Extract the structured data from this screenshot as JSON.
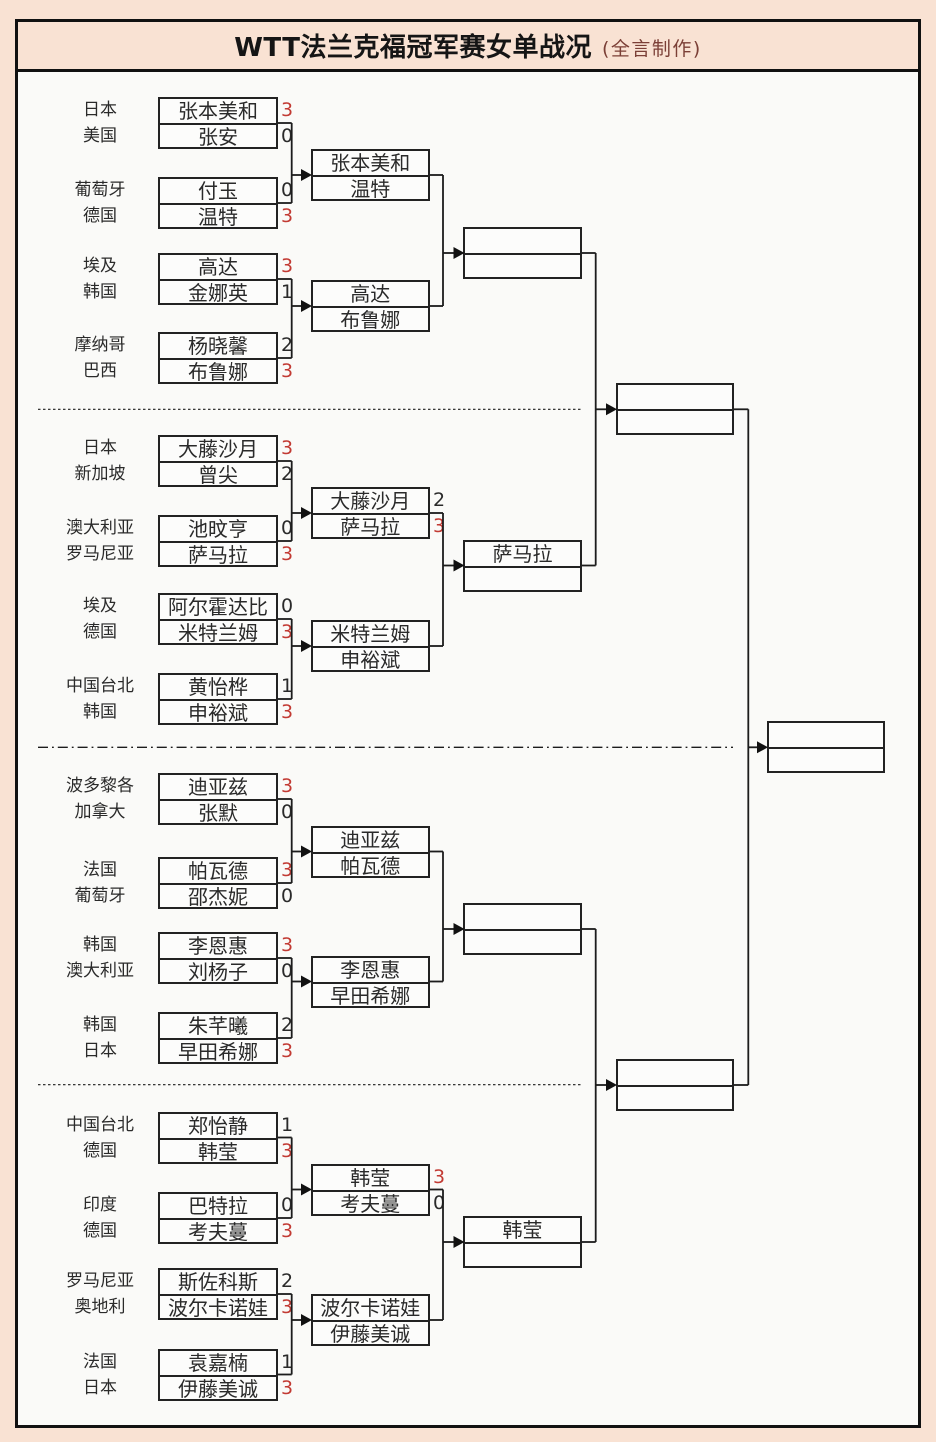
{
  "title": {
    "main": "WTT法兰克福冠军赛女单战况",
    "credit": "(全言制作)"
  },
  "colors": {
    "background": "#f9e2d3",
    "winner_score": "#c23a33",
    "line": "#1c1c1c"
  },
  "sections": [
    {
      "matches_r1": [
        {
          "c1": "日本",
          "p1": "张本美和",
          "s1": "3",
          "c2": "美国",
          "p2": "张安",
          "s2": "0"
        },
        {
          "c1": "葡萄牙",
          "p1": "付玉",
          "s1": "0",
          "c2": "德国",
          "p2": "温特",
          "s2": "3"
        },
        {
          "c1": "埃及",
          "p1": "高达",
          "s1": "3",
          "c2": "韩国",
          "p2": "金娜英",
          "s2": "1"
        },
        {
          "c1": "摩纳哥",
          "p1": "杨晓馨",
          "s1": "2",
          "c2": "巴西",
          "p2": "布鲁娜",
          "s2": "3"
        }
      ],
      "matches_r2": [
        {
          "p1": "张本美和",
          "s1": "",
          "p2": "温特",
          "s2": ""
        },
        {
          "p1": "高达",
          "s1": "",
          "p2": "布鲁娜",
          "s2": ""
        }
      ],
      "quarterfinal": {
        "p1": "",
        "s1": "",
        "p2": "",
        "s2": ""
      }
    },
    {
      "matches_r1": [
        {
          "c1": "日本",
          "p1": "大藤沙月",
          "s1": "3",
          "c2": "新加坡",
          "p2": "曾尖",
          "s2": "2"
        },
        {
          "c1": "澳大利亚",
          "p1": "池旼亨",
          "s1": "0",
          "c2": "罗马尼亚",
          "p2": "萨马拉",
          "s2": "3"
        },
        {
          "c1": "埃及",
          "p1": "阿尔霍达比",
          "s1": "0",
          "c2": "德国",
          "p2": "米特兰姆",
          "s2": "3"
        },
        {
          "c1": "中国台北",
          "p1": "黄怡桦",
          "s1": "1",
          "c2": "韩国",
          "p2": "申裕斌",
          "s2": "3"
        }
      ],
      "matches_r2": [
        {
          "p1": "大藤沙月",
          "s1": "2",
          "p2": "萨马拉",
          "s2": "3"
        },
        {
          "p1": "米特兰姆",
          "s1": "",
          "p2": "申裕斌",
          "s2": ""
        }
      ],
      "quarterfinal": {
        "p1": "萨马拉",
        "s1": "",
        "p2": "",
        "s2": ""
      }
    },
    {
      "matches_r1": [
        {
          "c1": "波多黎各",
          "p1": "迪亚兹",
          "s1": "3",
          "c2": "加拿大",
          "p2": "张默",
          "s2": "0"
        },
        {
          "c1": "法国",
          "p1": "帕瓦德",
          "s1": "3",
          "c2": "葡萄牙",
          "p2": "邵杰妮",
          "s2": "0"
        },
        {
          "c1": "韩国",
          "p1": "李恩惠",
          "s1": "3",
          "c2": "澳大利亚",
          "p2": "刘杨子",
          "s2": "0"
        },
        {
          "c1": "韩国",
          "p1": "朱芊曦",
          "s1": "2",
          "c2": "日本",
          "p2": "早田希娜",
          "s2": "3"
        }
      ],
      "matches_r2": [
        {
          "p1": "迪亚兹",
          "s1": "",
          "p2": "帕瓦德",
          "s2": ""
        },
        {
          "p1": "李恩惠",
          "s1": "",
          "p2": "早田希娜",
          "s2": ""
        }
      ],
      "quarterfinal": {
        "p1": "",
        "s1": "",
        "p2": "",
        "s2": ""
      }
    },
    {
      "matches_r1": [
        {
          "c1": "中国台北",
          "p1": "郑怡静",
          "s1": "1",
          "c2": "德国",
          "p2": "韩莹",
          "s2": "3"
        },
        {
          "c1": "印度",
          "p1": "巴特拉",
          "s1": "0",
          "c2": "德国",
          "p2": "考夫蔓",
          "s2": "3"
        },
        {
          "c1": "罗马尼亚",
          "p1": "斯佐科斯",
          "s1": "2",
          "c2": "奥地利",
          "p2": "波尔卡诺娃",
          "s2": "3"
        },
        {
          "c1": "法国",
          "p1": "袁嘉楠",
          "s1": "1",
          "c2": "日本",
          "p2": "伊藤美诚",
          "s2": "3"
        }
      ],
      "matches_r2": [
        {
          "p1": "韩莹",
          "s1": "3",
          "p2": "考夫蔓",
          "s2": "0"
        },
        {
          "p1": "波尔卡诺娃",
          "s1": "",
          "p2": "伊藤美诚",
          "s2": ""
        }
      ],
      "quarterfinal": {
        "p1": "韩莹",
        "s1": "",
        "p2": "",
        "s2": ""
      }
    }
  ],
  "semifinals": [
    {
      "p1": "",
      "p2": ""
    },
    {
      "p1": "",
      "p2": ""
    }
  ],
  "final": {
    "p1": "",
    "p2": ""
  }
}
